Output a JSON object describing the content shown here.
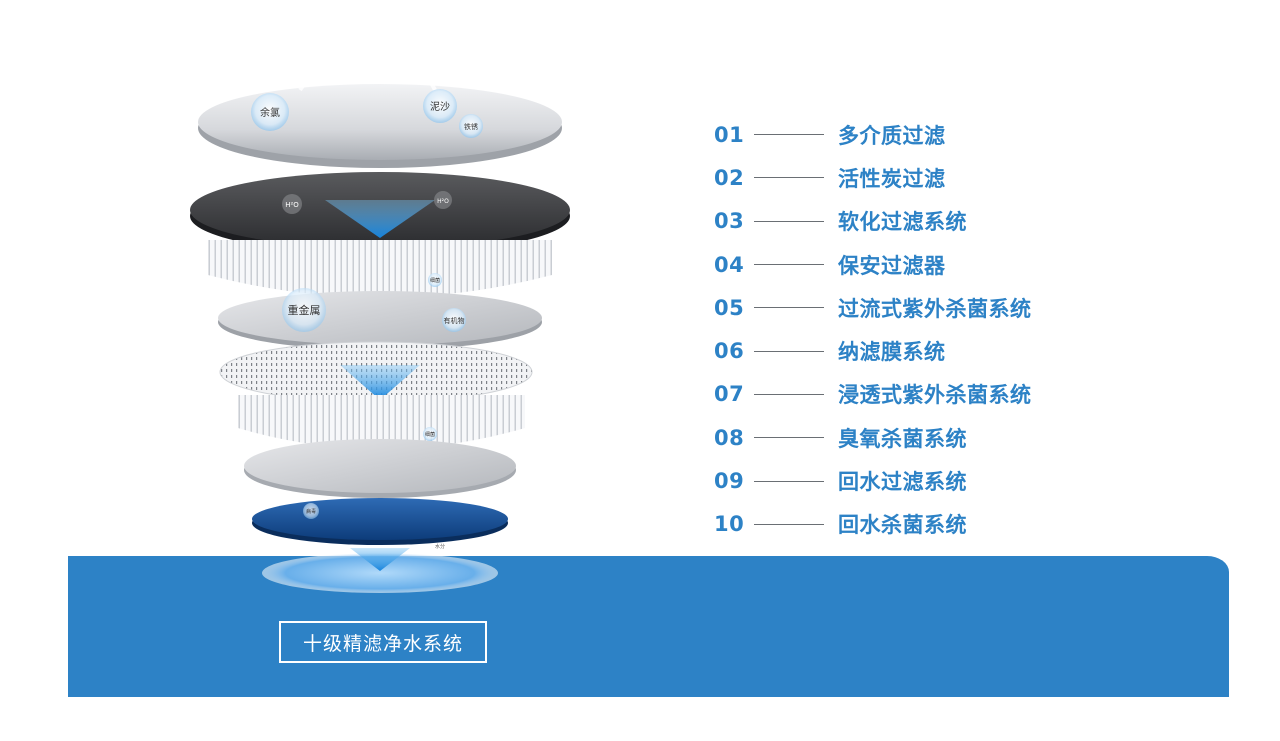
{
  "layers": {
    "bubbles": [
      "余氯",
      "泥沙",
      "铁锈",
      "重金属",
      "有机物"
    ],
    "small_labels": [
      "H²O",
      "H²O",
      "细菌",
      "细菌",
      "病毒",
      "水分"
    ]
  },
  "steps": [
    {
      "num": "01",
      "label": "多介质过滤"
    },
    {
      "num": "02",
      "label": "活性炭过滤"
    },
    {
      "num": "03",
      "label": "软化过滤系统"
    },
    {
      "num": "04",
      "label": "保安过滤器"
    },
    {
      "num": "05",
      "label": "过流式紫外杀菌系统"
    },
    {
      "num": "06",
      "label": "纳滤膜系统"
    },
    {
      "num": "07",
      "label": "浸透式紫外杀菌系统"
    },
    {
      "num": "08",
      "label": "臭氧杀菌系统"
    },
    {
      "num": "09",
      "label": "回水过滤系统"
    },
    {
      "num": "10",
      "label": "回水杀菌系统"
    }
  ],
  "footer": {
    "title": "十级精滤净水系统"
  },
  "colors": {
    "accent": "#2d82c6",
    "line": "#6a6f74"
  }
}
